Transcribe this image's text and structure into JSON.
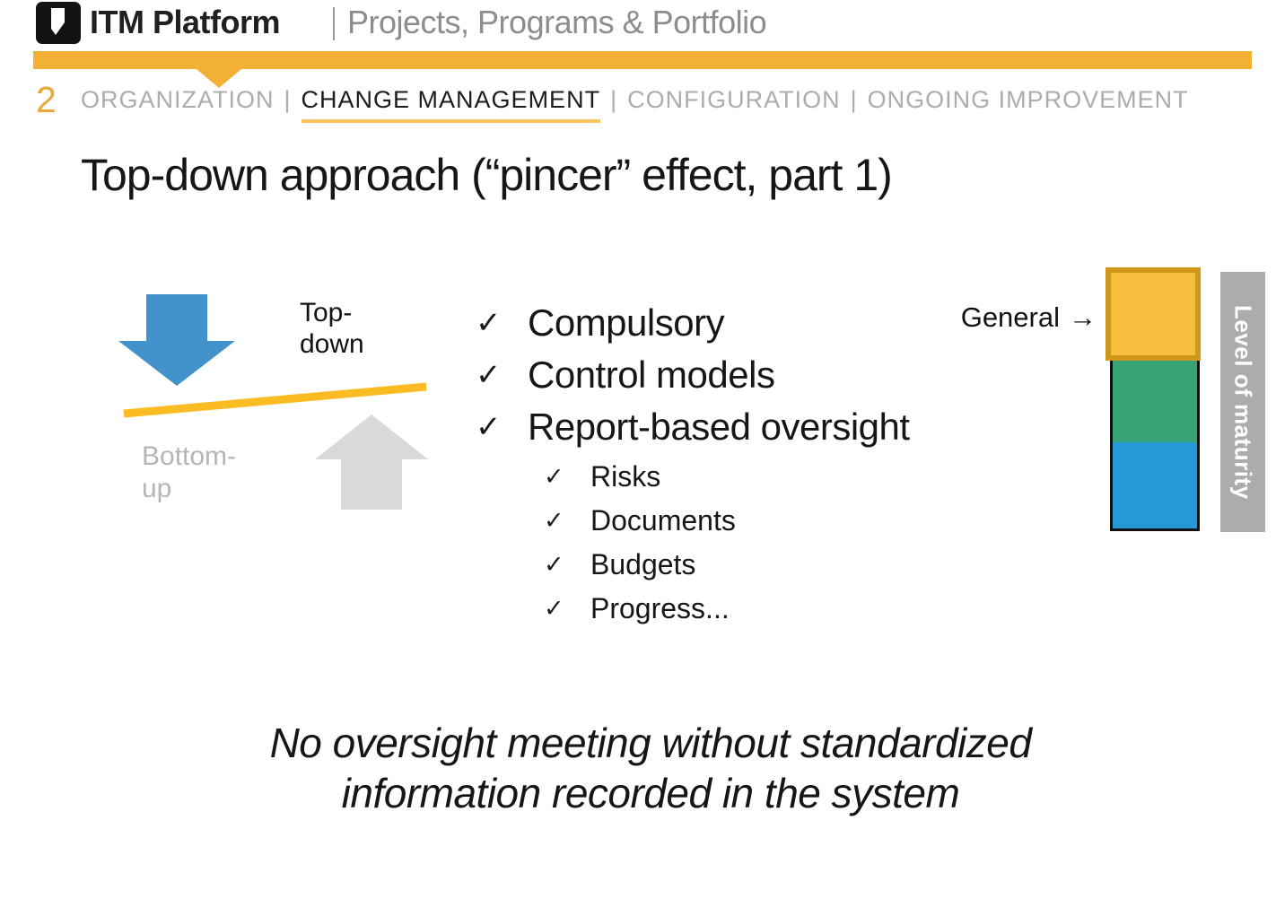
{
  "header": {
    "brand": "ITM Platform",
    "tagline": "Projects, Programs & Portfolio"
  },
  "nav": {
    "step_number": "2",
    "separator": "|",
    "items": [
      {
        "label": "ORGANIZATION",
        "active": false
      },
      {
        "label": "CHANGE MANAGEMENT",
        "active": true
      },
      {
        "label": "CONFIGURATION",
        "active": false
      },
      {
        "label": "ONGOING IMPROVEMENT",
        "active": false
      }
    ]
  },
  "slide": {
    "title": "Top-down approach (“pincer” effect, part 1)",
    "pincer_diagram": {
      "top_down_line1": "Top-",
      "top_down_line2": "down",
      "bottom_up_line1": "Bottom-",
      "bottom_up_line2": "up"
    },
    "checklist": {
      "check_glyph": "✓",
      "items": [
        "Compulsory",
        "Control models",
        "Report-based oversight"
      ],
      "subitems": [
        "Risks",
        "Documents",
        "Budgets",
        "Progress..."
      ]
    },
    "maturity_chart": {
      "general_label": "General",
      "arrow_glyph": "→",
      "axis_label": "Level of maturity",
      "segments": [
        {
          "name": "general-top",
          "color": "#F8BE3D",
          "border": "#D0981B"
        },
        {
          "name": "middle",
          "color": "#38A376"
        },
        {
          "name": "base",
          "color": "#2598D8"
        }
      ]
    },
    "footer_note": {
      "line1": "No oversight meeting without standardized",
      "line2": "information recorded in the system"
    }
  },
  "colors": {
    "accent_yellow_band": "#F2B134",
    "nav_underline_yellow": "#F7C55C",
    "diagram_line_yellow": "#FBBC23",
    "arrow_blue": "#4292CB",
    "arrow_gray": "#D9D9D9",
    "axis_bar_gray": "#ACACAC",
    "nav_inactive_gray": "#ACACAC",
    "step_number_orange": "#E9A83C"
  }
}
